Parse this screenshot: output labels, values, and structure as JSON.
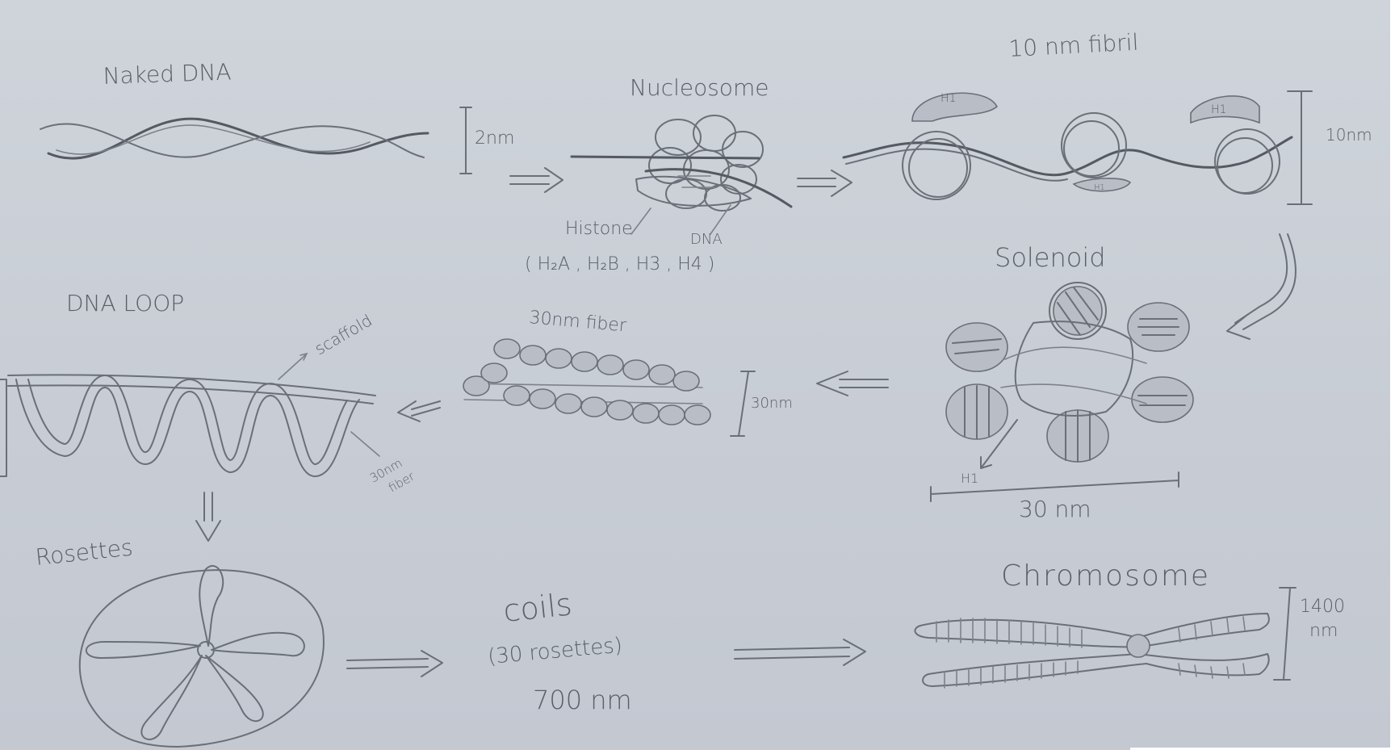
{
  "labels": {
    "naked_dna": "Naked DNA",
    "naked_dna_scale": "2nm",
    "nucleosome": "Nucleosome",
    "histone": "Histone",
    "histone_types": "( H₂A , H₂B , H3 , H4 )",
    "dna": "DNA",
    "fibril_10nm": "10 nm fibril",
    "h1_left": "H1",
    "h1_right": "H1",
    "h1_small": "H1",
    "fibril_scale": "10nm",
    "solenoid": "Solenoid",
    "solenoid_h1": "H1",
    "solenoid_scale": "30 nm",
    "fiber_30nm": "30nm fiber",
    "fiber_scale": "30nm",
    "dna_loop": "DNA LOOP",
    "scaffold": "scaffold",
    "loop_fiber_a": "30nm",
    "loop_fiber_b": "fiber",
    "rosettes": "Rosettes",
    "coils": "coils",
    "coils_sub": "(30 rosettes)",
    "coils_size": "700 nm",
    "chromosome": "Chromosome",
    "chromosome_scale_a": "1400",
    "chromosome_scale_b": "nm"
  },
  "colors": {
    "paper": "#c9ced6",
    "pencil": "#6a6f78",
    "pencil_dark": "#555a62"
  }
}
